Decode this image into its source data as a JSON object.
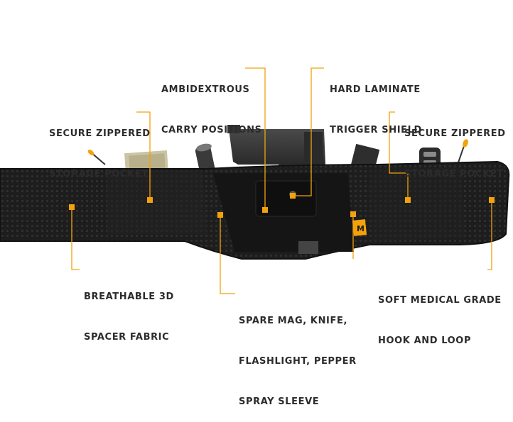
{
  "callouts": {
    "ambidextrous": {
      "line1": "AMBIDEXTROUS",
      "line2": "CARRY POSITIONS"
    },
    "trigger_shield": {
      "line1": "HARD LAMINATE",
      "line2": "TRIGGER SHIELD"
    },
    "pocket_left": {
      "line1": "SECURE ZIPPERED",
      "line2": "STORAGE POCKET"
    },
    "pocket_right": {
      "line1": "SECURE ZIPPERED",
      "line2": "STORAGE POCKET"
    },
    "spacer_fabric": {
      "line1": "BREATHABLE 3D",
      "line2": "SPACER FABRIC"
    },
    "hook_loop": {
      "line1": "SOFT MEDICAL GRADE",
      "line2": "HOOK AND LOOP"
    },
    "sleeve": {
      "line1": "SPARE MAG, KNIFE,",
      "line2": "FLASHLIGHT, PEPPER",
      "line3": "SPRAY SLEEVE"
    }
  },
  "colors": {
    "accent": "#f2a20c",
    "band": "#1c1c1c",
    "band_mesh": "#2a2a2a",
    "text": "#2c2c2c"
  },
  "brand_tag": "M"
}
